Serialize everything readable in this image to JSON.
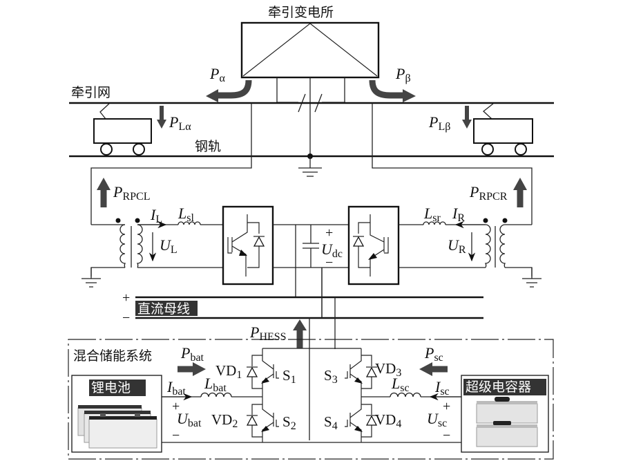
{
  "labels": {
    "substation": "牵引变电所",
    "catenary": "牵引网",
    "rail": "钢轨",
    "dc_bus": "直流母线",
    "hess": "混合储能系统",
    "battery": "锂电池",
    "supercap": "超级电容器"
  },
  "symbols": {
    "p_alpha": {
      "main": "P",
      "sub": "α"
    },
    "p_beta": {
      "main": "P",
      "sub": "β"
    },
    "p_l_alpha": {
      "main": "P",
      "sub": "Lα"
    },
    "p_l_beta": {
      "main": "P",
      "sub": "Lβ"
    },
    "p_rpcl": {
      "main": "P",
      "sub": "RPCL"
    },
    "p_rpcr": {
      "main": "P",
      "sub": "RPCR"
    },
    "i_l": {
      "main": "I",
      "sub": "L"
    },
    "u_l": {
      "main": "U",
      "sub": "L"
    },
    "l_sl": {
      "main": "L",
      "sub": "sl"
    },
    "i_r": {
      "main": "I",
      "sub": "R"
    },
    "u_r": {
      "main": "U",
      "sub": "R"
    },
    "l_sr": {
      "main": "L",
      "sub": "sr"
    },
    "u_dc": {
      "main": "U",
      "sub": "dc"
    },
    "p_hess": {
      "main": "P",
      "sub": "HESS"
    },
    "p_bat": {
      "main": "P",
      "sub": "bat"
    },
    "i_bat": {
      "main": "I",
      "sub": "bat"
    },
    "l_bat": {
      "main": "L",
      "sub": "bat"
    },
    "u_bat": {
      "main": "U",
      "sub": "bat"
    },
    "p_sc": {
      "main": "P",
      "sub": "sc"
    },
    "i_sc": {
      "main": "I",
      "sub": "sc"
    },
    "l_sc": {
      "main": "L",
      "sub": "sc"
    },
    "u_sc": {
      "main": "U",
      "sub": "sc"
    }
  },
  "devices": {
    "vd1": {
      "main": "VD",
      "sub": "1"
    },
    "vd2": {
      "main": "VD",
      "sub": "2"
    },
    "vd3": {
      "main": "VD",
      "sub": "3"
    },
    "vd4": {
      "main": "VD",
      "sub": "4"
    },
    "s1": {
      "main": "S",
      "sub": "1"
    },
    "s2": {
      "main": "S",
      "sub": "2"
    },
    "s3": {
      "main": "S",
      "sub": "3"
    },
    "s4": {
      "main": "S",
      "sub": "4"
    }
  },
  "signs": {
    "plus": "+",
    "minus": "−"
  }
}
